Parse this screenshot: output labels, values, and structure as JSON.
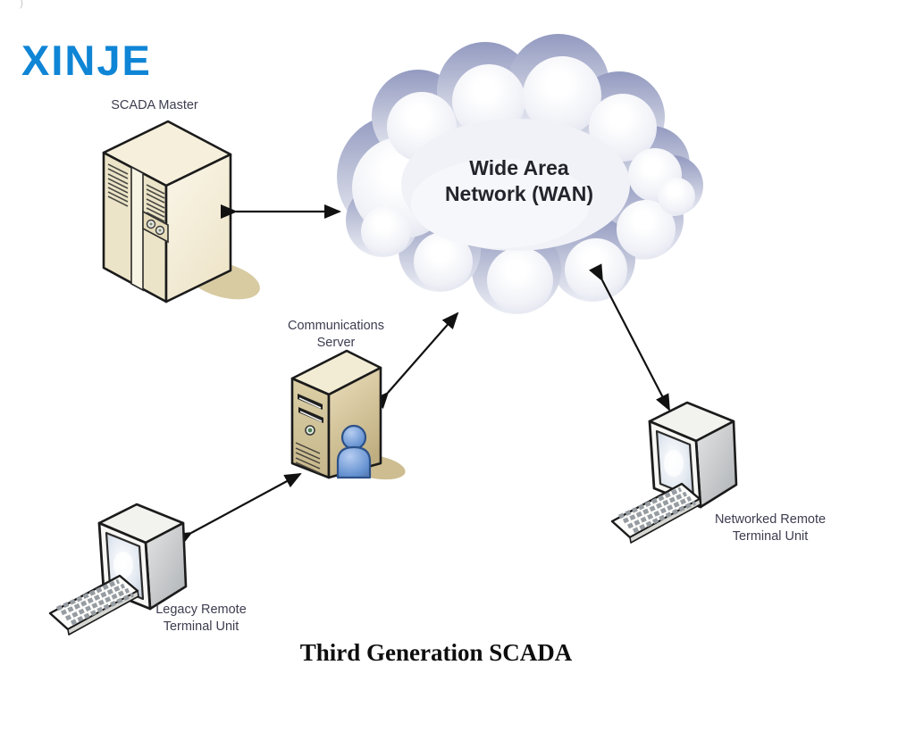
{
  "logo": {
    "text": "XINJE",
    "color": "#0f85d6"
  },
  "corner_mark": ")",
  "diagram": {
    "title": "Third Generation SCADA",
    "nodes": {
      "scada_master": {
        "label": "SCADA Master",
        "icon": "server-tower-icon"
      },
      "wan": {
        "line1": "Wide Area",
        "line2": "Network (WAN)",
        "icon": "cloud-icon"
      },
      "comm_server": {
        "line1": "Communications",
        "line2": "Server",
        "icon": "server-tower-user-icon"
      },
      "legacy_rtu": {
        "line1": "Legacy Remote",
        "line2": "Terminal Unit",
        "icon": "workstation-icon"
      },
      "networked_rtu": {
        "line1": "Networked Remote",
        "line2": "Terminal Unit",
        "icon": "workstation-icon"
      }
    },
    "connections": [
      {
        "from": "scada_master",
        "to": "wan",
        "bidirectional": true
      },
      {
        "from": "comm_server",
        "to": "wan",
        "bidirectional": true
      },
      {
        "from": "wan",
        "to": "networked_rtu",
        "bidirectional": true
      },
      {
        "from": "legacy_rtu",
        "to": "comm_server",
        "bidirectional": true
      }
    ],
    "colors": {
      "logo_blue": "#0f85d6",
      "cloud_lavender": "#939ac0",
      "server_cream": "#f5efdb",
      "server_tan": "#d6c89e",
      "person_blue": "#6d97d4",
      "label_text": "#3d3d50",
      "title_text": "#0e0e0e",
      "outline": "#1b1b1b"
    }
  }
}
